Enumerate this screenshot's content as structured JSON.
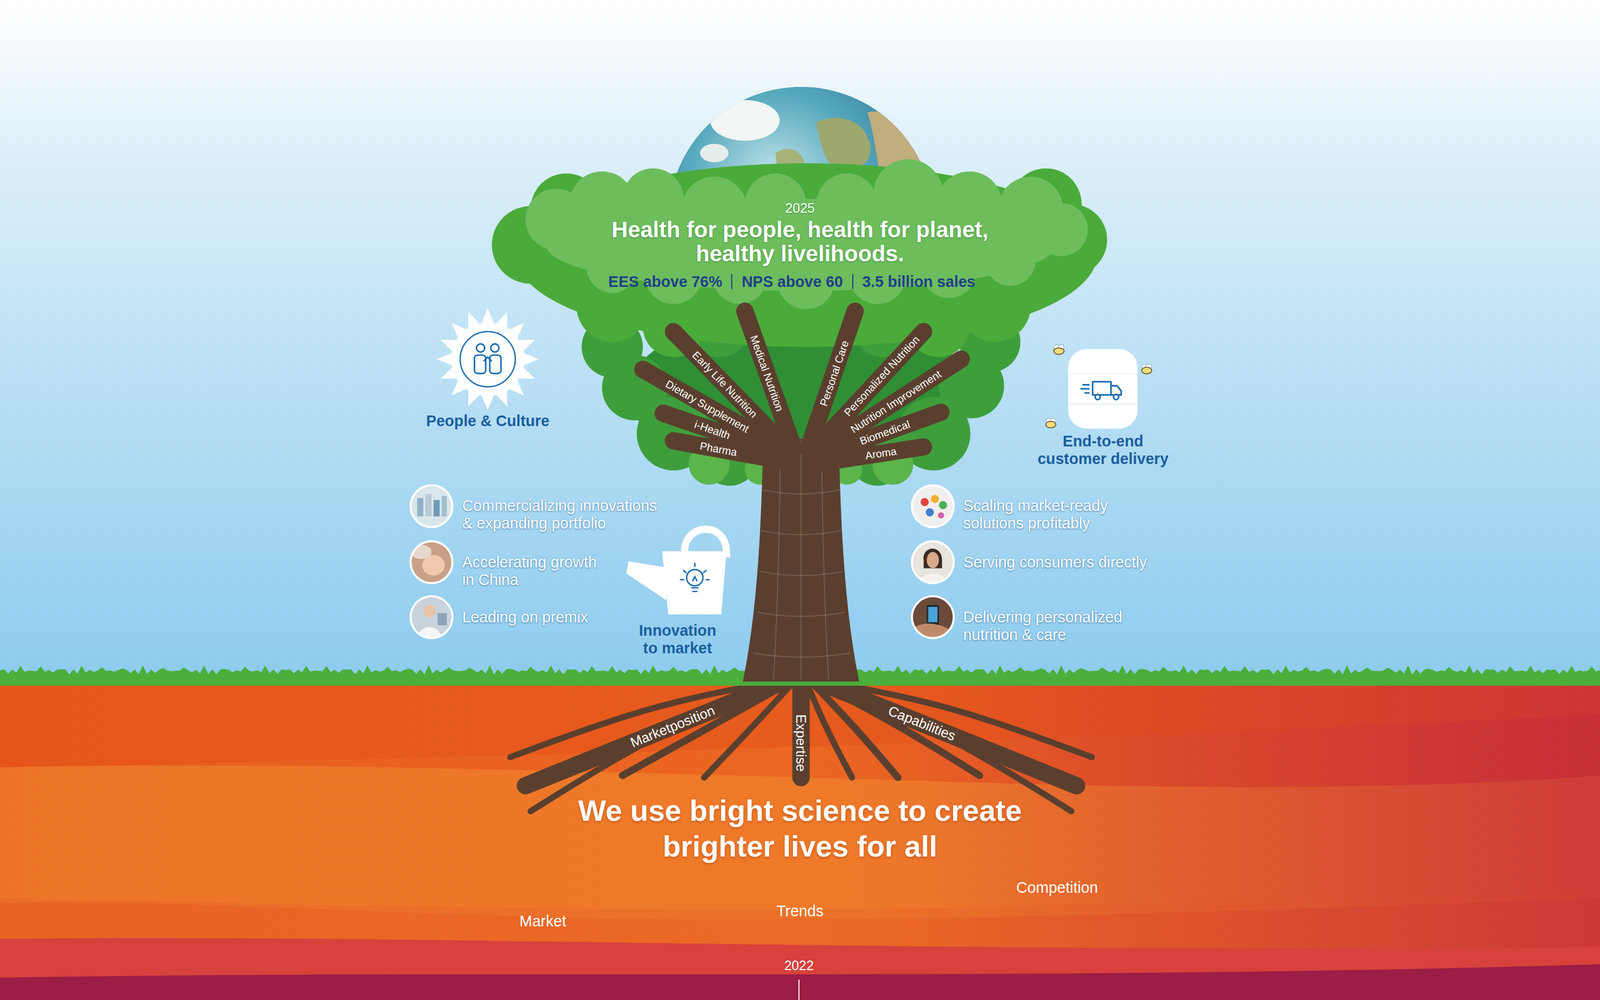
{
  "diagram": {
    "title": "Health for people, health for planet, healthy livelihoods.",
    "caption": "We use bright science to create brighter lives for all",
    "nodes": [
      {
        "text": [
          "People & Culture"
        ]
      },
      {
        "text": [
          "End-to-end customer delivery"
        ]
      },
      {
        "text": [
          "Commercializing innovations & expanding portfolio"
        ]
      },
      {
        "text": [
          "Accelerating growth in China"
        ]
      },
      {
        "text": [
          "Leading on premix"
        ]
      },
      {
        "text": [
          "Innovation to market"
        ]
      },
      {
        "text": [
          "Scaling market-ready solutions profitably"
        ]
      },
      {
        "text": [
          "Serving consumers directly"
        ]
      },
      {
        "text": [
          "Delivering personalized nutrition & care"
        ]
      }
    ],
    "labels": [
      "2025",
      "EES above 76%",
      "NPS above 60",
      "3.5 billion sales",
      "Early Life Nutrition",
      "Medical Nutrition",
      "Personal Care",
      "Personalized Nutrition",
      "Dietary Supplement",
      "Nutrition Improvement",
      "i-Health",
      "Biomedical",
      "Pharma",
      "Aroma",
      "Marketposition",
      "Expertise",
      "Capabilities",
      "Market",
      "Trends",
      "Competition",
      "2022"
    ]
  }
}
